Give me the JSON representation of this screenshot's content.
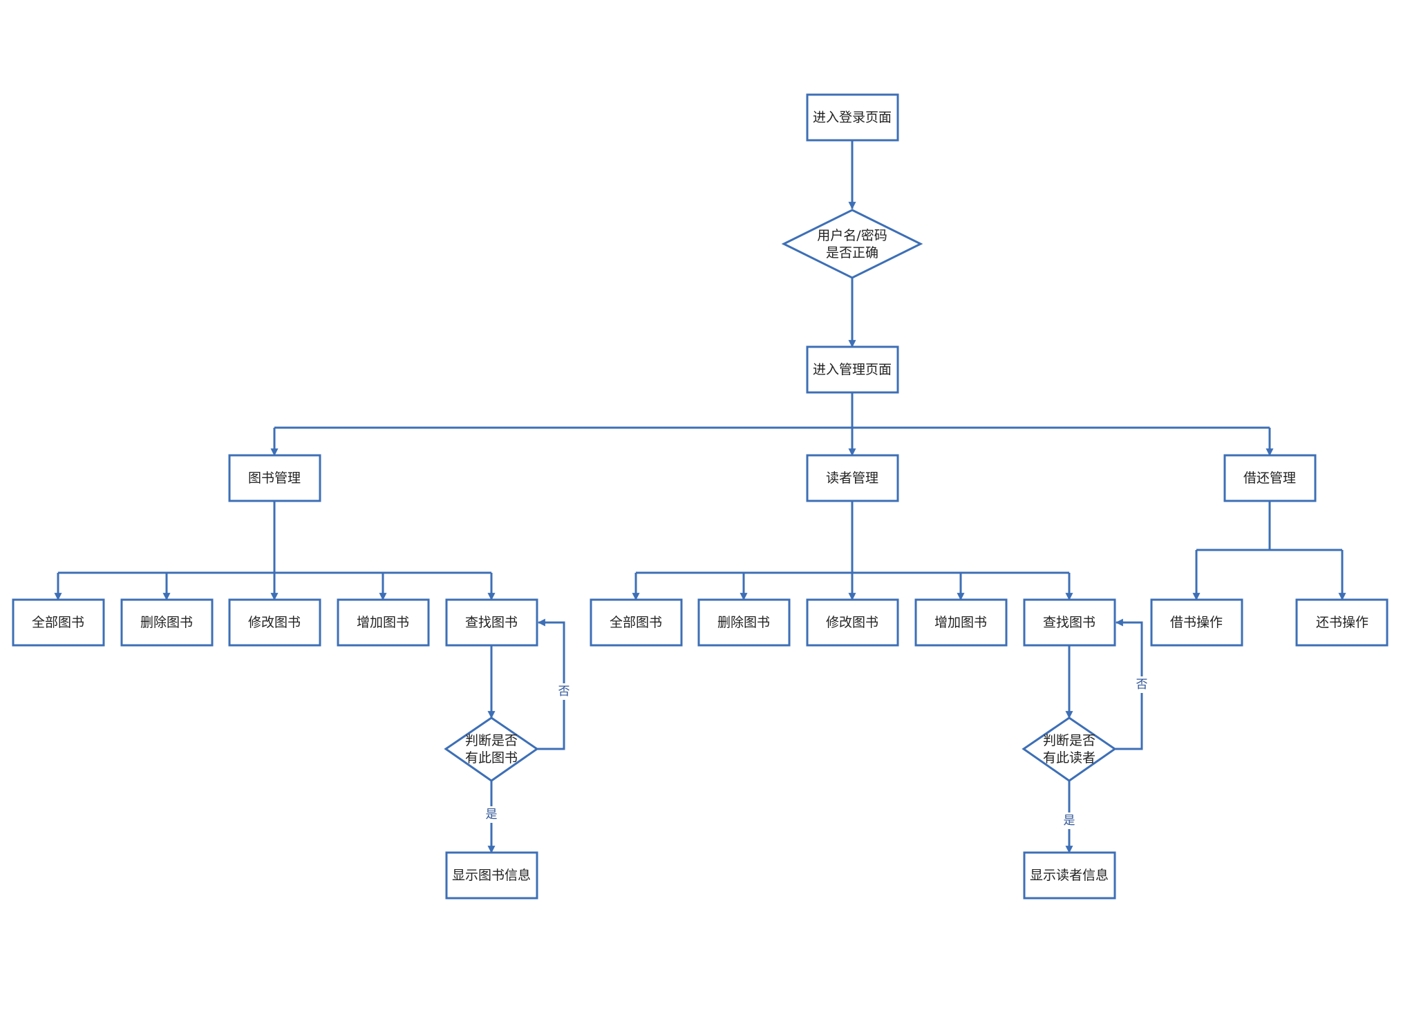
{
  "colors": {
    "stroke": "#3d6fb6",
    "label": "#2f5597",
    "text": "#222222",
    "fill": "#ffffff",
    "background": "#ffffff"
  },
  "nodes": {
    "login": "进入登录页面",
    "credentials_check": [
      "用户名/密码",
      "是否正确"
    ],
    "admin_page": "进入管理页面",
    "book_mgmt": "图书管理",
    "reader_mgmt": "读者管理",
    "borrow_mgmt": "借还管理",
    "book_ops": {
      "all": "全部图书",
      "delete": "删除图书",
      "modify": "修改图书",
      "add": "增加图书",
      "search": "查找图书"
    },
    "reader_ops": {
      "all": "全部图书",
      "delete": "删除图书",
      "modify": "修改图书",
      "add": "增加图书",
      "search": "查找图书"
    },
    "borrow_ops": {
      "borrow": "借书操作",
      "return": "还书操作"
    },
    "book_check": [
      "判断是否",
      "有此图书"
    ],
    "reader_check": [
      "判断是否",
      "有此读者"
    ],
    "show_book_info": "显示图书信息",
    "show_reader_info": "显示读者信息"
  },
  "edge_labels": {
    "yes": "是",
    "no": "否"
  }
}
